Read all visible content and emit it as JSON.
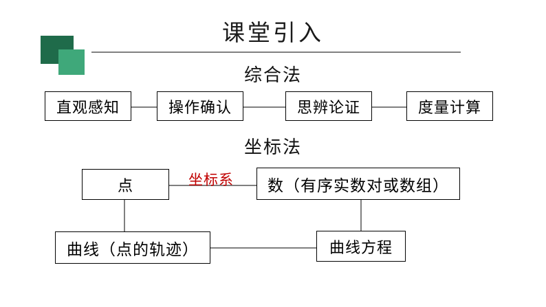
{
  "slide": {
    "title": "课堂引入",
    "decor": {
      "dark_square_color": "#1F6B4A",
      "light_square_color": "#3FA87A",
      "rule_color": "#808080"
    }
  },
  "sections": {
    "synthesis": {
      "heading": "综合法",
      "steps": [
        {
          "label": "直观感知"
        },
        {
          "label": "操作确认"
        },
        {
          "label": "思辨论证"
        },
        {
          "label": "度量计算"
        }
      ]
    },
    "coordinate": {
      "heading": "坐标法",
      "nodes": {
        "point": "点",
        "number": "数（有序实数对或数组）",
        "curve": "曲线（点的轨迹）",
        "equation": "曲线方程"
      },
      "annotation": {
        "text": "坐标系",
        "color": "#C00000"
      }
    }
  }
}
